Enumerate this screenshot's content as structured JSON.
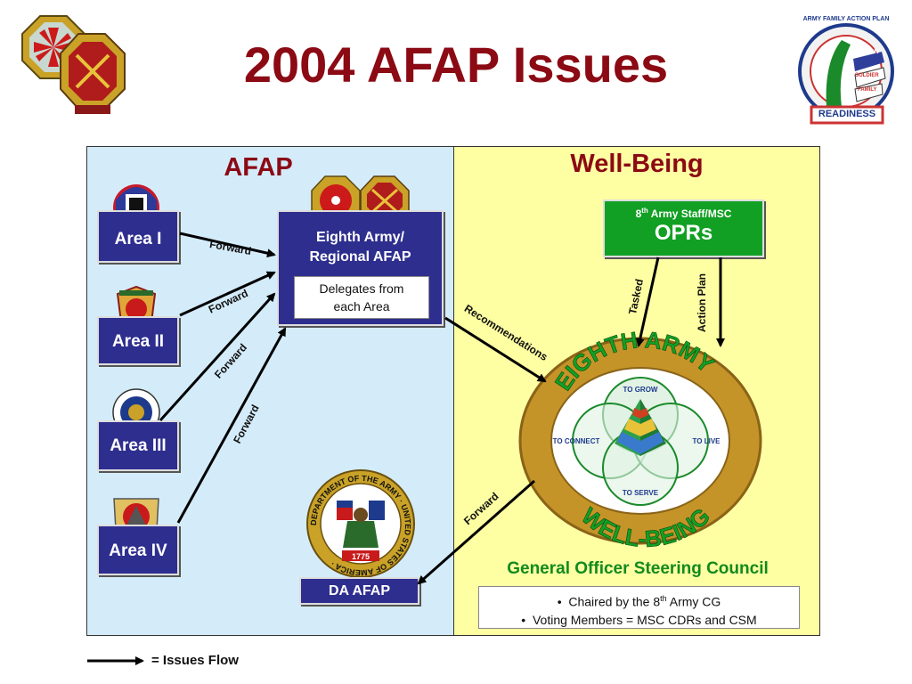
{
  "title": "2004 AFAP Issues",
  "left_panel": {
    "heading": "AFAP"
  },
  "right_panel": {
    "heading": "Well-Being"
  },
  "areas": [
    {
      "label": "Area I"
    },
    {
      "label": "Area II"
    },
    {
      "label": "Area III"
    },
    {
      "label": "Area IV"
    }
  ],
  "eighth_army": {
    "title_line1": "Eighth Army/",
    "title_line2": "Regional AFAP",
    "delegates_line1": "Delegates from",
    "delegates_line2": "each Area"
  },
  "opr": {
    "subtitle_pre": "8",
    "subtitle_sup": "th",
    "subtitle_post": " Army Staff/MSC",
    "title": "OPRs"
  },
  "da_afap": {
    "label": "DA AFAP"
  },
  "gosc": {
    "title": "General Officer Steering Council",
    "bullet1_pre": "Chaired by the 8",
    "bullet1_sup": "th",
    "bullet1_post": " Army CG",
    "bullet2": "Voting Members = MSC CDRs and CSM"
  },
  "arrow_labels": {
    "forward": "Forward",
    "recommendations": "Recommendations",
    "tasked": "Tasked",
    "action_plan": "Action Plan"
  },
  "seal": {
    "top_text": "EIGHTH ARMY",
    "bottom_text": "WELL-BEING",
    "to_grow": "TO GROW",
    "to_connect": "TO CONNECT",
    "to_live": "TO LIVE",
    "to_serve": "TO SERVE"
  },
  "dept_seal": {
    "ring_text": "DEPARTMENT OF THE ARMY · UNITED STATES OF AMERICA ·",
    "year": "1775"
  },
  "afap_logo": {
    "ring_text": "ARMY FAMILY ACTION PLAN",
    "mission": "MISSION",
    "soldier": "SOLDIER",
    "family": "FAMILY",
    "readiness": "READINESS"
  },
  "legend": {
    "text": "= Issues Flow"
  },
  "colors": {
    "title": "#8b0a14",
    "navy": "#2e2e8f",
    "green": "#12a024",
    "left_bg": "#d4ecfa",
    "right_bg": "#fefea2"
  }
}
